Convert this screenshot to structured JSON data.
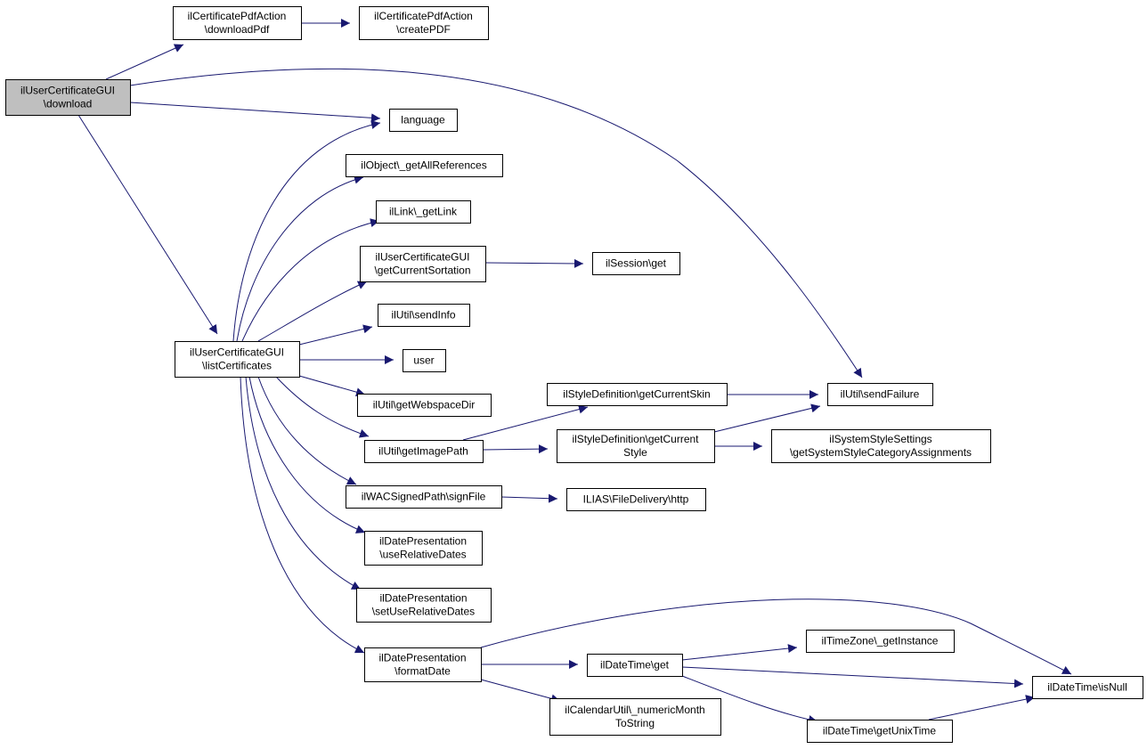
{
  "colors": {
    "edge": "#191970",
    "root_fill": "#bfbfbf",
    "node_fill": "#ffffff"
  },
  "nodes": [
    {
      "id": "download",
      "lines": [
        "ilUserCertificateGUI",
        "\\download"
      ],
      "root": true
    },
    {
      "id": "downloadPdf",
      "lines": [
        "ilCertificatePdfAction",
        "\\downloadPdf"
      ]
    },
    {
      "id": "createPDF",
      "lines": [
        "ilCertificatePdfAction",
        "\\createPDF"
      ]
    },
    {
      "id": "language",
      "lines": [
        "language"
      ]
    },
    {
      "id": "getAllReferences",
      "lines": [
        "ilObject\\_getAllReferences"
      ]
    },
    {
      "id": "getLink",
      "lines": [
        "ilLink\\_getLink"
      ]
    },
    {
      "id": "getCurrentSortation",
      "lines": [
        "ilUserCertificateGUI",
        "\\getCurrentSortation"
      ]
    },
    {
      "id": "sessionGet",
      "lines": [
        "ilSession\\get"
      ]
    },
    {
      "id": "sendInfo",
      "lines": [
        "ilUtil\\sendInfo"
      ]
    },
    {
      "id": "listCertificates",
      "lines": [
        "ilUserCertificateGUI",
        "\\listCertificates"
      ]
    },
    {
      "id": "user",
      "lines": [
        "user"
      ]
    },
    {
      "id": "getWebspaceDir",
      "lines": [
        "ilUtil\\getWebspaceDir"
      ]
    },
    {
      "id": "getCurrentSkin",
      "lines": [
        "ilStyleDefinition\\getCurrentSkin"
      ]
    },
    {
      "id": "sendFailure",
      "lines": [
        "ilUtil\\sendFailure"
      ]
    },
    {
      "id": "getImagePath",
      "lines": [
        "ilUtil\\getImagePath"
      ]
    },
    {
      "id": "getCurrentStyle",
      "lines": [
        "ilStyleDefinition\\getCurrent",
        "Style"
      ]
    },
    {
      "id": "getSystemStyleCategoryAssignments",
      "lines": [
        "ilSystemStyleSettings",
        "\\getSystemStyleCategoryAssignments"
      ]
    },
    {
      "id": "signFile",
      "lines": [
        "ilWACSignedPath\\signFile"
      ]
    },
    {
      "id": "http",
      "lines": [
        "ILIAS\\FileDelivery\\http"
      ]
    },
    {
      "id": "useRelativeDates",
      "lines": [
        "ilDatePresentation",
        "\\useRelativeDates"
      ]
    },
    {
      "id": "setUseRelativeDates",
      "lines": [
        "ilDatePresentation",
        "\\setUseRelativeDates"
      ]
    },
    {
      "id": "formatDate",
      "lines": [
        "ilDatePresentation",
        "\\formatDate"
      ]
    },
    {
      "id": "dateTimeGet",
      "lines": [
        "ilDateTime\\get"
      ]
    },
    {
      "id": "getInstance",
      "lines": [
        "ilTimeZone\\_getInstance"
      ]
    },
    {
      "id": "isNull",
      "lines": [
        "ilDateTime\\isNull"
      ]
    },
    {
      "id": "numericMonthToString",
      "lines": [
        "ilCalendarUtil\\_numericMonth",
        "ToString"
      ]
    },
    {
      "id": "getUnixTime",
      "lines": [
        "ilDateTime\\getUnixTime"
      ]
    }
  ],
  "edges": [
    {
      "from": "download",
      "to": "downloadPdf"
    },
    {
      "from": "downloadPdf",
      "to": "createPDF"
    },
    {
      "from": "download",
      "to": "language"
    },
    {
      "from": "download",
      "to": "sendFailure"
    },
    {
      "from": "download",
      "to": "listCertificates"
    },
    {
      "from": "listCertificates",
      "to": "language"
    },
    {
      "from": "listCertificates",
      "to": "getAllReferences"
    },
    {
      "from": "listCertificates",
      "to": "getLink"
    },
    {
      "from": "listCertificates",
      "to": "getCurrentSortation"
    },
    {
      "from": "getCurrentSortation",
      "to": "sessionGet"
    },
    {
      "from": "listCertificates",
      "to": "sendInfo"
    },
    {
      "from": "listCertificates",
      "to": "user"
    },
    {
      "from": "listCertificates",
      "to": "getWebspaceDir"
    },
    {
      "from": "listCertificates",
      "to": "getImagePath"
    },
    {
      "from": "listCertificates",
      "to": "signFile"
    },
    {
      "from": "listCertificates",
      "to": "useRelativeDates"
    },
    {
      "from": "listCertificates",
      "to": "setUseRelativeDates"
    },
    {
      "from": "listCertificates",
      "to": "formatDate"
    },
    {
      "from": "getCurrentSkin",
      "to": "sendFailure"
    },
    {
      "from": "getImagePath",
      "to": "getCurrentSkin"
    },
    {
      "from": "getImagePath",
      "to": "getCurrentStyle"
    },
    {
      "from": "getCurrentStyle",
      "to": "sendFailure"
    },
    {
      "from": "getCurrentStyle",
      "to": "getSystemStyleCategoryAssignments"
    },
    {
      "from": "signFile",
      "to": "http"
    },
    {
      "from": "formatDate",
      "to": "isNull"
    },
    {
      "from": "formatDate",
      "to": "dateTimeGet"
    },
    {
      "from": "formatDate",
      "to": "numericMonthToString"
    },
    {
      "from": "dateTimeGet",
      "to": "getInstance"
    },
    {
      "from": "dateTimeGet",
      "to": "isNull"
    },
    {
      "from": "dateTimeGet",
      "to": "getUnixTime"
    },
    {
      "from": "getUnixTime",
      "to": "isNull"
    }
  ]
}
